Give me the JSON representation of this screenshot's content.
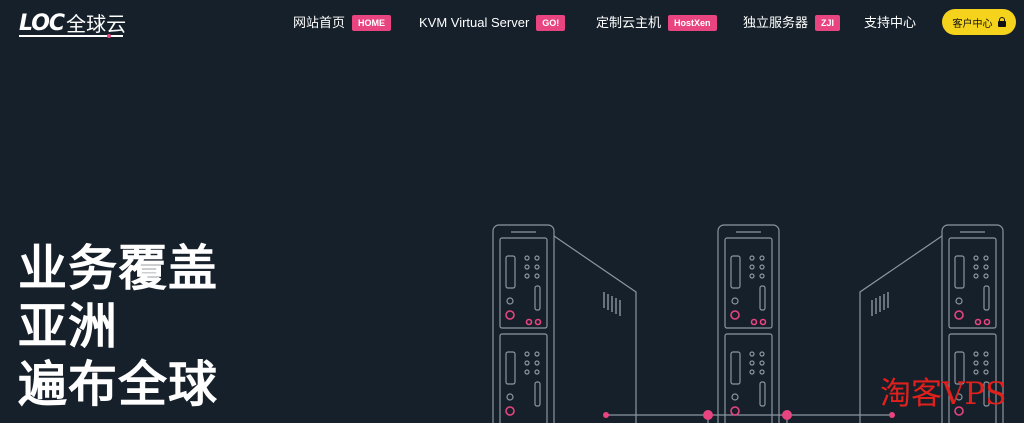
{
  "logo": {
    "latin": "LOC",
    "cn": "全球云"
  },
  "nav": {
    "items": [
      {
        "label": "网站首页",
        "badge": "HOME"
      },
      {
        "label": "KVM Virtual Server",
        "badge": "GO!"
      },
      {
        "label": "定制云主机",
        "badge": "HostXen"
      },
      {
        "label": "独立服务器",
        "badge": "ZJI"
      },
      {
        "label": "支持中心",
        "badge": ""
      }
    ],
    "client_button": "客户中心"
  },
  "hero": {
    "lines": [
      "业务覆盖",
      "亚洲",
      "遍布全球"
    ]
  },
  "watermark": "淘客VPS",
  "colors": {
    "background": "#16202a",
    "accent_pink": "#e8447f",
    "button_yellow": "#f5d31c",
    "line_gray": "#8c96a0"
  }
}
